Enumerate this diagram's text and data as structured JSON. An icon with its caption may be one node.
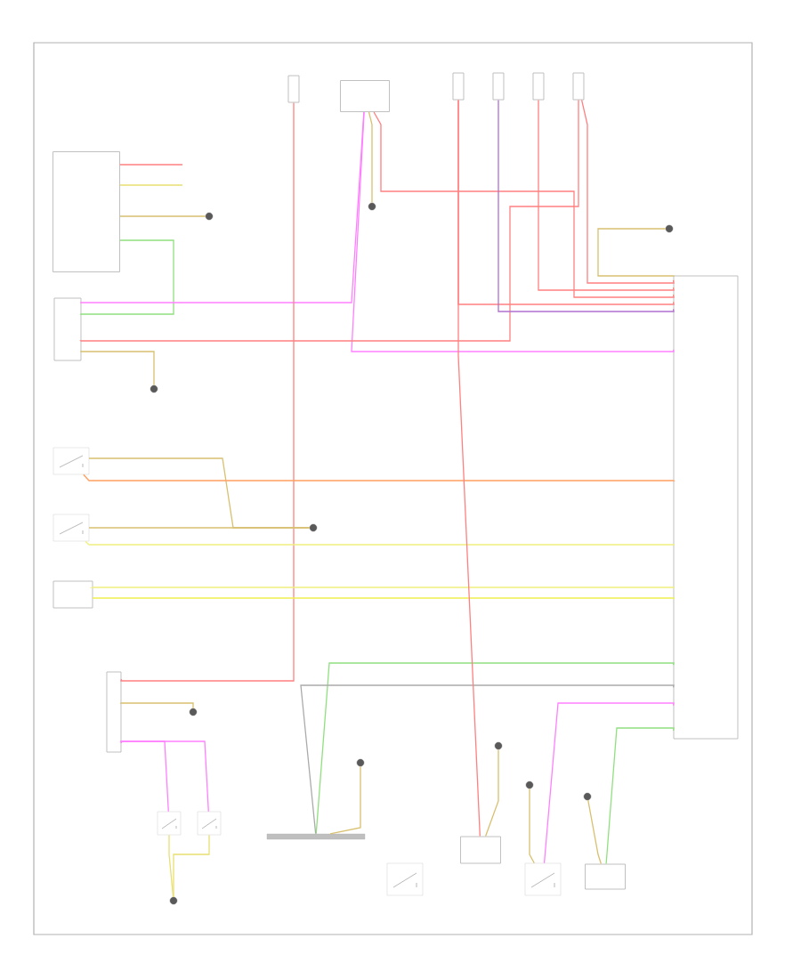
{
  "diagram": {
    "nodes": [
      {
        "text": [],
        "shape": "box"
      },
      {
        "text": [],
        "shape": "circle"
      },
      {
        "text": [],
        "shape": "box"
      },
      {
        "text": [],
        "shape": "circle"
      },
      {
        "text": [],
        "shape": "switch"
      },
      {
        "text": [],
        "shape": "switch"
      },
      {
        "text": [],
        "shape": "circle"
      },
      {
        "text": [],
        "shape": "box"
      },
      {
        "text": [],
        "shape": "box"
      },
      {
        "text": [],
        "shape": "box"
      },
      {
        "text": [],
        "shape": "box"
      },
      {
        "text": [],
        "shape": "box"
      },
      {
        "text": [],
        "shape": "box"
      },
      {
        "text": [],
        "shape": "box"
      },
      {
        "text": [],
        "shape": "box"
      },
      {
        "text": [],
        "shape": "circle"
      },
      {
        "text": [],
        "shape": "circle"
      },
      {
        "text": [],
        "shape": "box"
      },
      {
        "text": [],
        "shape": "circle"
      },
      {
        "text": [],
        "shape": "switch"
      },
      {
        "text": [],
        "shape": "switch"
      },
      {
        "text": [],
        "shape": "circle"
      },
      {
        "text": [],
        "shape": "bar"
      },
      {
        "text": [],
        "shape": "circle"
      },
      {
        "text": [],
        "shape": "switch"
      },
      {
        "text": [],
        "shape": "box"
      },
      {
        "text": [],
        "shape": "circle"
      },
      {
        "text": [],
        "shape": "switch"
      },
      {
        "text": [],
        "shape": "circle"
      },
      {
        "text": [],
        "shape": "circle"
      },
      {
        "text": [],
        "shape": "box"
      }
    ],
    "edges": [
      {
        "from": 0,
        "to": null,
        "arrow": "none"
      },
      {
        "from": 0,
        "to": null,
        "arrow": "none",
        "color": "#e8e070"
      },
      {
        "from": 0,
        "to": 1,
        "arrow": "none",
        "color": "#d8c070"
      },
      {
        "from": 0,
        "to": 2,
        "arrow": "none",
        "color": "#90e080"
      },
      {
        "from": 2,
        "to": 10,
        "arrow": "none",
        "color": "#ff80ff"
      },
      {
        "from": 10,
        "to": 8,
        "arrow": "none",
        "color": "#ff80ff"
      },
      {
        "from": 2,
        "to": 14,
        "arrow": "none"
      },
      {
        "from": 2,
        "to": 3,
        "arrow": "none",
        "color": "#d8c070"
      },
      {
        "from": 10,
        "to": 16,
        "arrow": "none",
        "color": "#d8c070"
      },
      {
        "from": 10,
        "to": 8,
        "arrow": "none"
      },
      {
        "from": 11,
        "to": 8,
        "arrow": "none"
      },
      {
        "from": 12,
        "to": 8,
        "arrow": "none",
        "color": "#b070d0"
      },
      {
        "from": 13,
        "to": 8,
        "arrow": "none"
      },
      {
        "from": 14,
        "to": 8,
        "arrow": "none"
      },
      {
        "from": 15,
        "to": 8,
        "arrow": "none",
        "color": "#d8c070"
      },
      {
        "from": 9,
        "to": 17,
        "arrow": "none"
      },
      {
        "from": 4,
        "to": 6,
        "arrow": "none",
        "color": "#d8c070"
      },
      {
        "from": 4,
        "to": 8,
        "arrow": "none",
        "color": "#ffa060"
      },
      {
        "from": 5,
        "to": 6,
        "arrow": "none",
        "color": "#d8c070"
      },
      {
        "from": 5,
        "to": 8,
        "arrow": "none",
        "color": "#f0f080"
      },
      {
        "from": 7,
        "to": 8,
        "arrow": "none",
        "color": "#f0f080"
      },
      {
        "from": 7,
        "to": 8,
        "arrow": "none",
        "color": "#f0f050"
      },
      {
        "from": 17,
        "to": 18,
        "arrow": "none",
        "color": "#d8c070"
      },
      {
        "from": 17,
        "to": 19,
        "arrow": "none",
        "color": "#ff80ff"
      },
      {
        "from": 17,
        "to": 20,
        "arrow": "none",
        "color": "#ff80ff"
      },
      {
        "from": 19,
        "to": 21,
        "arrow": "none",
        "color": "#e8e070"
      },
      {
        "from": 20,
        "to": 21,
        "arrow": "none",
        "color": "#e8e070"
      },
      {
        "from": 22,
        "to": 8,
        "arrow": "none",
        "color": "#90e080"
      },
      {
        "from": 23,
        "to": 22,
        "arrow": "none",
        "color": "#d8c070"
      },
      {
        "from": 22,
        "to": 8,
        "arrow": "none",
        "color": "#aaaaaa"
      },
      {
        "from": 11,
        "to": 25,
        "arrow": "none"
      },
      {
        "from": 26,
        "to": 25,
        "arrow": "none",
        "color": "#d8c070"
      },
      {
        "from": 28,
        "to": 27,
        "arrow": "none",
        "color": "#d8c070"
      },
      {
        "from": 27,
        "to": 8,
        "arrow": "none",
        "color": "#ff80ff"
      },
      {
        "from": 29,
        "to": 30,
        "arrow": "none",
        "color": "#d8c070"
      },
      {
        "from": 30,
        "to": 8,
        "arrow": "none",
        "color": "#90e080"
      }
    ]
  }
}
